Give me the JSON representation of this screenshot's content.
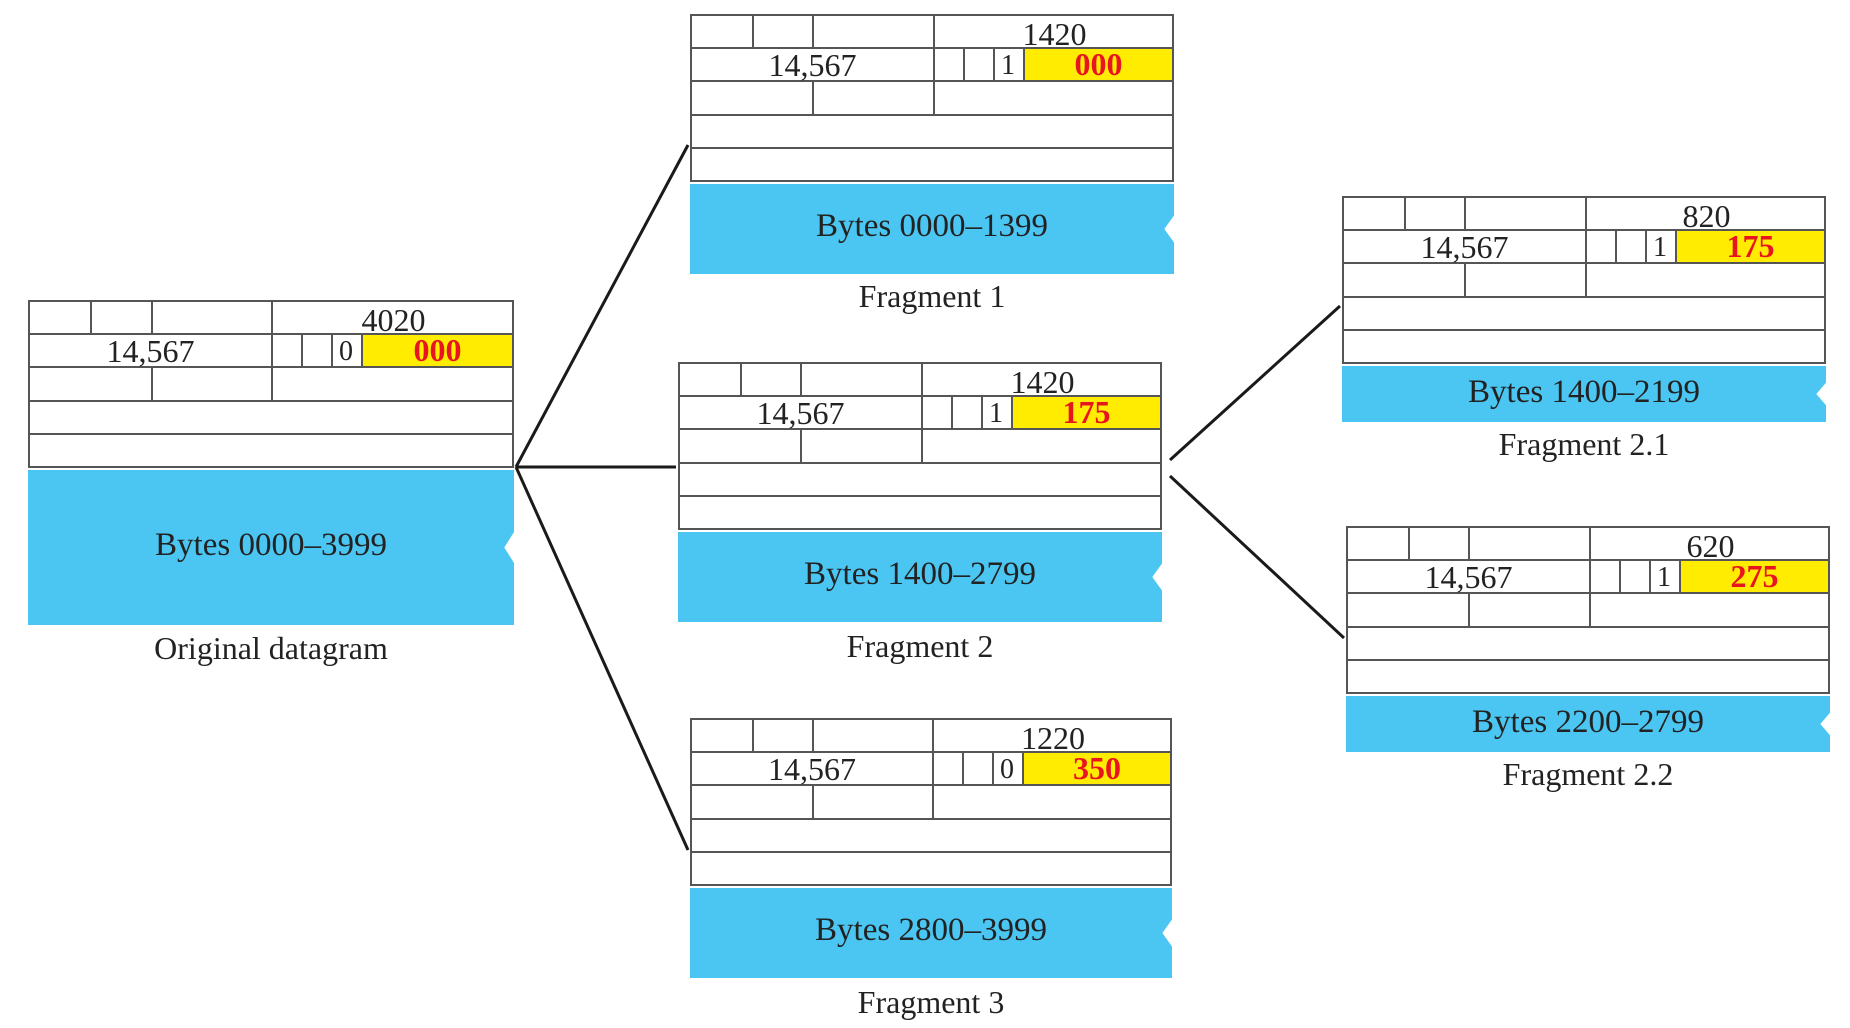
{
  "colors": {
    "payload": "#4bc6f2",
    "offset_highlight": "#ffec00",
    "offset_text": "#e8141f",
    "border": "#555555"
  },
  "datagrams": [
    {
      "id": "original",
      "total_length": "4020",
      "identification": "14,567",
      "more_flag": "0",
      "fragment_offset": "000",
      "bytes": "Bytes 0000–3999",
      "caption": "Original datagram"
    },
    {
      "id": "fragment-1",
      "total_length": "1420",
      "identification": "14,567",
      "more_flag": "1",
      "fragment_offset": "000",
      "bytes": "Bytes 0000–1399",
      "caption": "Fragment 1"
    },
    {
      "id": "fragment-2",
      "total_length": "1420",
      "identification": "14,567",
      "more_flag": "1",
      "fragment_offset": "175",
      "bytes": "Bytes 1400–2799",
      "caption": "Fragment 2"
    },
    {
      "id": "fragment-3",
      "total_length": "1220",
      "identification": "14,567",
      "more_flag": "0",
      "fragment_offset": "350",
      "bytes": "Bytes 2800–3999",
      "caption": "Fragment 3"
    },
    {
      "id": "fragment-2-1",
      "total_length": "820",
      "identification": "14,567",
      "more_flag": "1",
      "fragment_offset": "175",
      "bytes": "Bytes 1400–2199",
      "caption": "Fragment 2.1"
    },
    {
      "id": "fragment-2-2",
      "total_length": "620",
      "identification": "14,567",
      "more_flag": "1",
      "fragment_offset": "275",
      "bytes": "Bytes 2200–2799",
      "caption": "Fragment 2.2"
    }
  ]
}
